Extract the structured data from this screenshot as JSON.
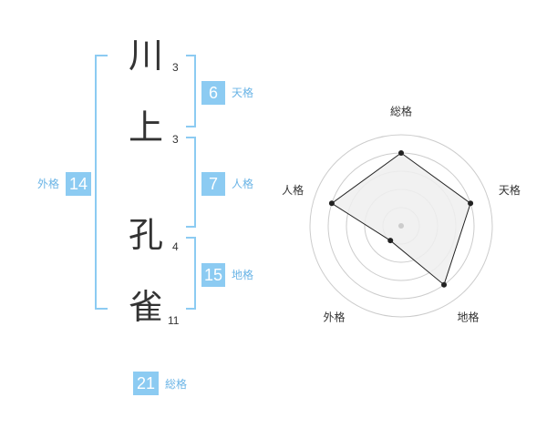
{
  "name": {
    "chars": [
      {
        "char": "川",
        "strokes": "3"
      },
      {
        "char": "上",
        "strokes": "3"
      },
      {
        "char": "孔",
        "strokes": "4"
      },
      {
        "char": "雀",
        "strokes": "11"
      }
    ]
  },
  "fortunes": {
    "ten": {
      "label": "天格",
      "value": "6"
    },
    "jin": {
      "label": "人格",
      "value": "7"
    },
    "chi": {
      "label": "地格",
      "value": "15"
    },
    "gai": {
      "label": "外格",
      "value": "14"
    },
    "total": {
      "label": "総格",
      "value": "21"
    }
  },
  "chart_data": {
    "type": "radar",
    "axes": [
      "総格",
      "天格",
      "地格",
      "外格",
      "人格"
    ],
    "values": [
      4,
      4,
      4,
      1,
      4
    ],
    "max": 5,
    "rings": 5,
    "colors": {
      "fill": "#eeeeee",
      "line": "#222222",
      "grid": "#cccccc",
      "center": "#cccccc"
    }
  }
}
